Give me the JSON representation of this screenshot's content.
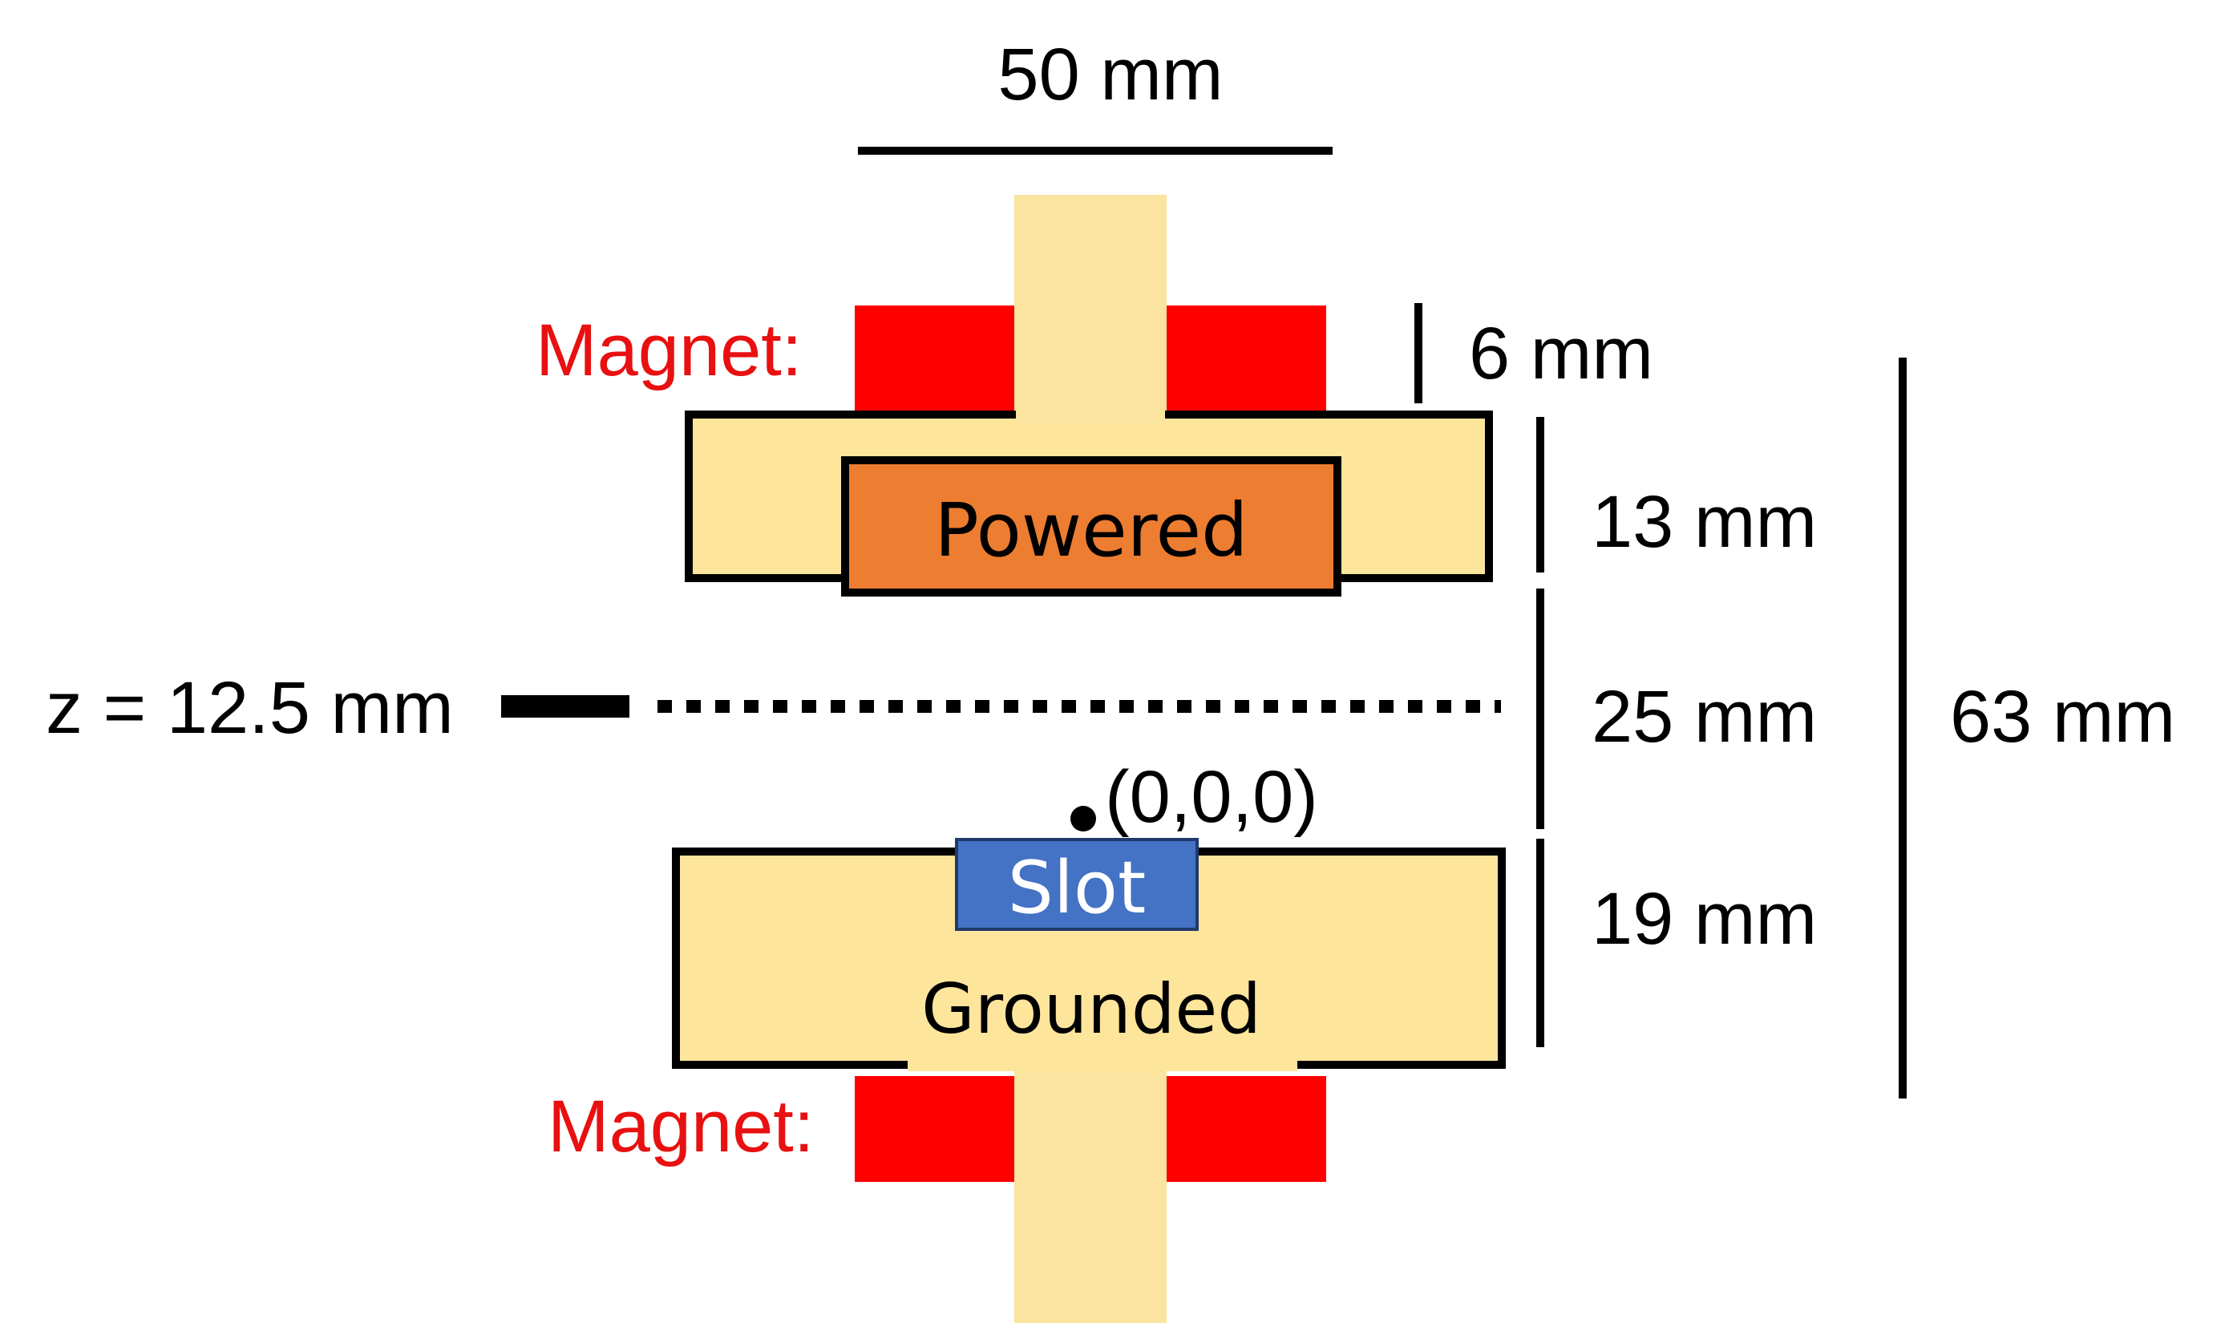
{
  "labels": {
    "width_top": "50 mm",
    "magnet_top": "Magnet:",
    "magnet_thickness": "6 mm",
    "powered_height": "13 mm",
    "gap": "25 mm",
    "grounded_height": "19 mm",
    "total_height": "63 mm",
    "z_plane": "z = 12.5 mm",
    "origin": "(0,0,0)",
    "powered": "Powered",
    "slot": "Slot",
    "grounded": "Grounded",
    "magnet_bottom": "Magnet:"
  },
  "colors": {
    "electrode": "#FDE59C",
    "stem": "#FBE4A0",
    "magnet": "#FF0000",
    "powered": "#ED7D31",
    "slot": "#4472C4",
    "outline": "#000000",
    "magnet_label": "#E81010"
  }
}
